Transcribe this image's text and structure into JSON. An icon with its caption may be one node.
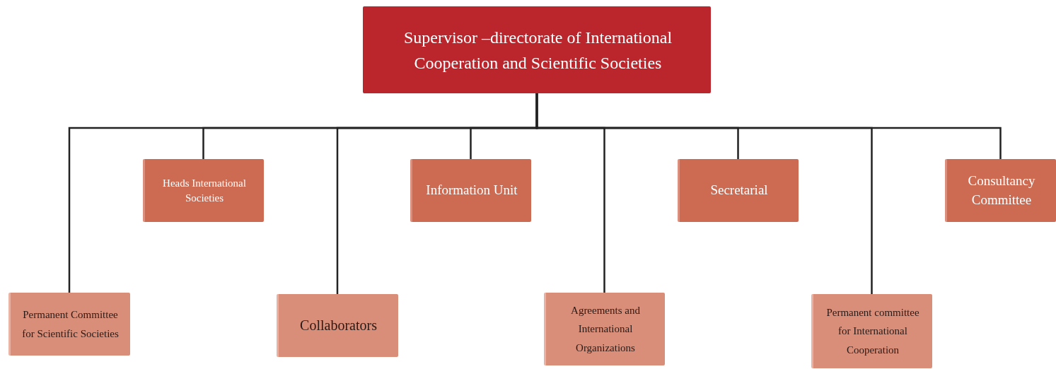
{
  "diagram": {
    "nodes": [
      {
        "text": [
          "Supervisor –directorate of International Cooperation and Scientific Societies"
        ]
      },
      {
        "text": [
          "Permanent Committee for Scientific Societies"
        ]
      },
      {
        "text": [
          "Heads International Societies"
        ]
      },
      {
        "text": [
          "Collaborators"
        ]
      },
      {
        "text": [
          "Information Unit"
        ]
      },
      {
        "text": [
          "Agreements and International Organizations"
        ]
      },
      {
        "text": [
          "Secretarial"
        ]
      },
      {
        "text": [
          "Permanent committee for International Cooperation"
        ]
      },
      {
        "text": [
          "Consultancy Committee"
        ]
      }
    ],
    "edges": [
      {
        "from": 0,
        "to": 1,
        "arrow": "none"
      },
      {
        "from": 0,
        "to": 2,
        "arrow": "none"
      },
      {
        "from": 0,
        "to": 3,
        "arrow": "none"
      },
      {
        "from": 0,
        "to": 4,
        "arrow": "none"
      },
      {
        "from": 0,
        "to": 5,
        "arrow": "none"
      },
      {
        "from": 0,
        "to": 6,
        "arrow": "none"
      },
      {
        "from": 0,
        "to": 7,
        "arrow": "none"
      },
      {
        "from": 0,
        "to": 8,
        "arrow": "none"
      }
    ]
  }
}
